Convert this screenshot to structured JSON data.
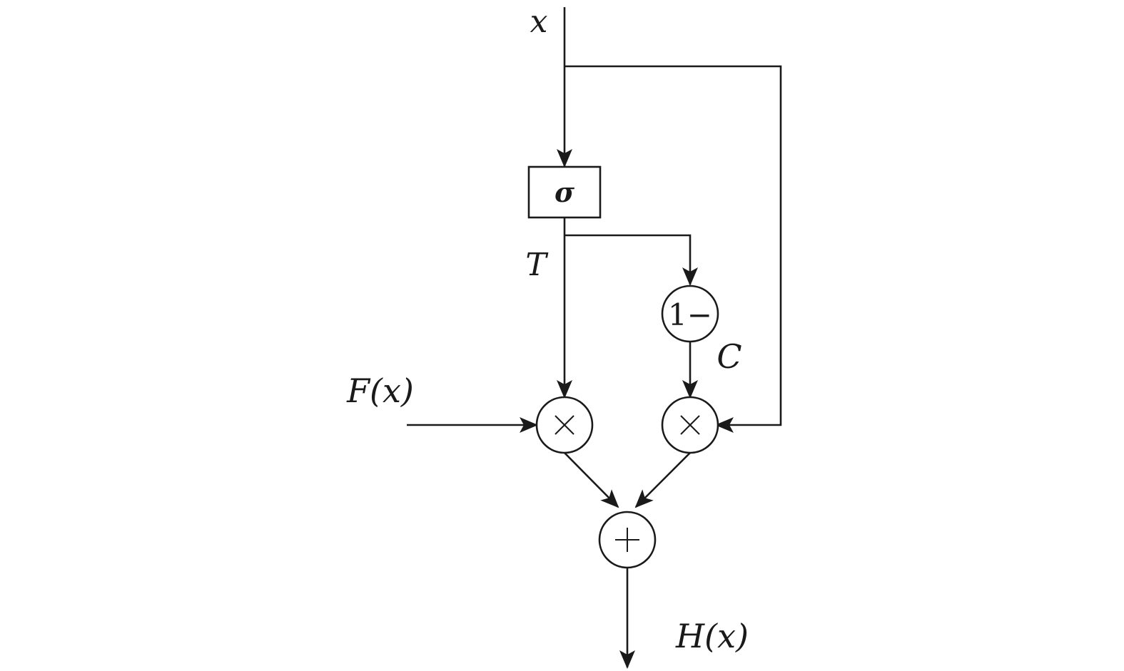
{
  "diagram": {
    "input_label": "x",
    "gate_label": "σ",
    "transform_gate_label": "T",
    "one_minus_label": "1−",
    "carry_gate_label": "C",
    "transform_input_label": "F(x)",
    "output_label": "H(x)",
    "multiply_symbol": "×",
    "add_symbol": "+"
  },
  "colors": {
    "stroke": "#1a1a1a",
    "background": "#ffffff"
  }
}
